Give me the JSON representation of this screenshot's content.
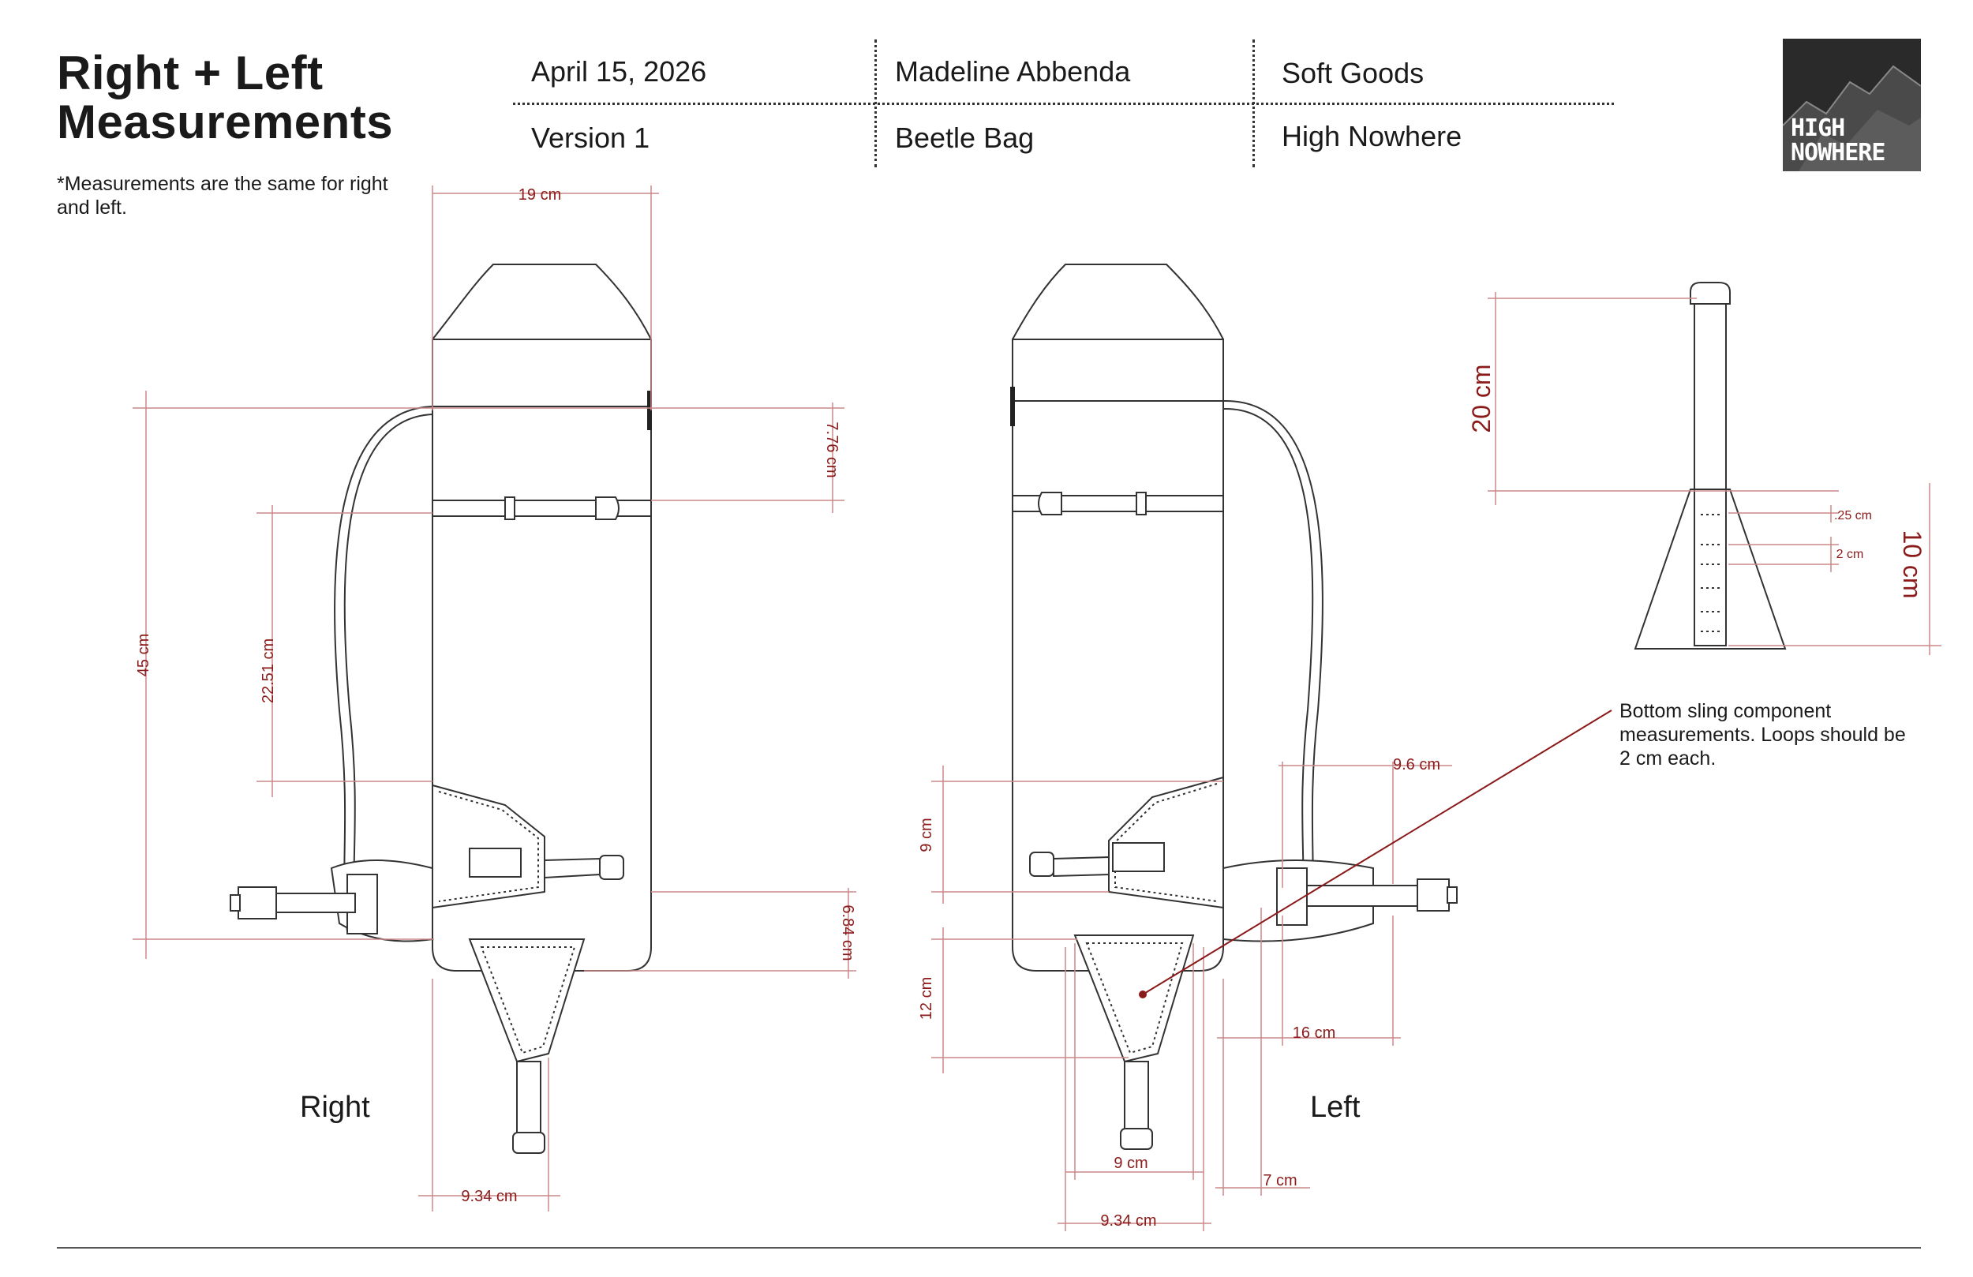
{
  "header": {
    "title_line1": "Right + Left",
    "title_line2": "Measurements",
    "note": "*Measurements are the same for right and left.",
    "date": "April 15, 2026",
    "version": "Version 1",
    "designer": "Madeline Abbenda",
    "product": "Beetle Bag",
    "category": "Soft Goods",
    "brand": "High Nowhere"
  },
  "logo": {
    "line1": "HIGH",
    "line2": "NOWHERE"
  },
  "views": {
    "right": "Right",
    "left": "Left"
  },
  "callout": "Bottom sling component measurements. Loops should be 2 cm each.",
  "dimensions": {
    "right_width": "19 cm",
    "right_top_section": "7.76 cm",
    "right_strap_height": "45 cm",
    "right_mid_section": "22.51 cm",
    "right_bottom_offset": "6.84 cm",
    "right_sling_width": "9.34 cm",
    "left_panel": "9 cm",
    "left_sling_depth": "12 cm",
    "left_hip": "9.6 cm",
    "left_hip_span": "16 cm",
    "left_sling_top": "9 cm",
    "left_sling_outer": "9.34 cm",
    "left_offset": "7 cm",
    "sling_length": "20 cm",
    "sling_cone": "10 cm",
    "loop_gap": ".25 cm",
    "loop_size": "2 cm"
  },
  "colors": {
    "dimension": "#8b1a1a",
    "outline": "#333333",
    "logo_bg": "#2a2a2a"
  },
  "icons": [
    "buckle-icon",
    "slider-icon",
    "logo-mountain"
  ]
}
